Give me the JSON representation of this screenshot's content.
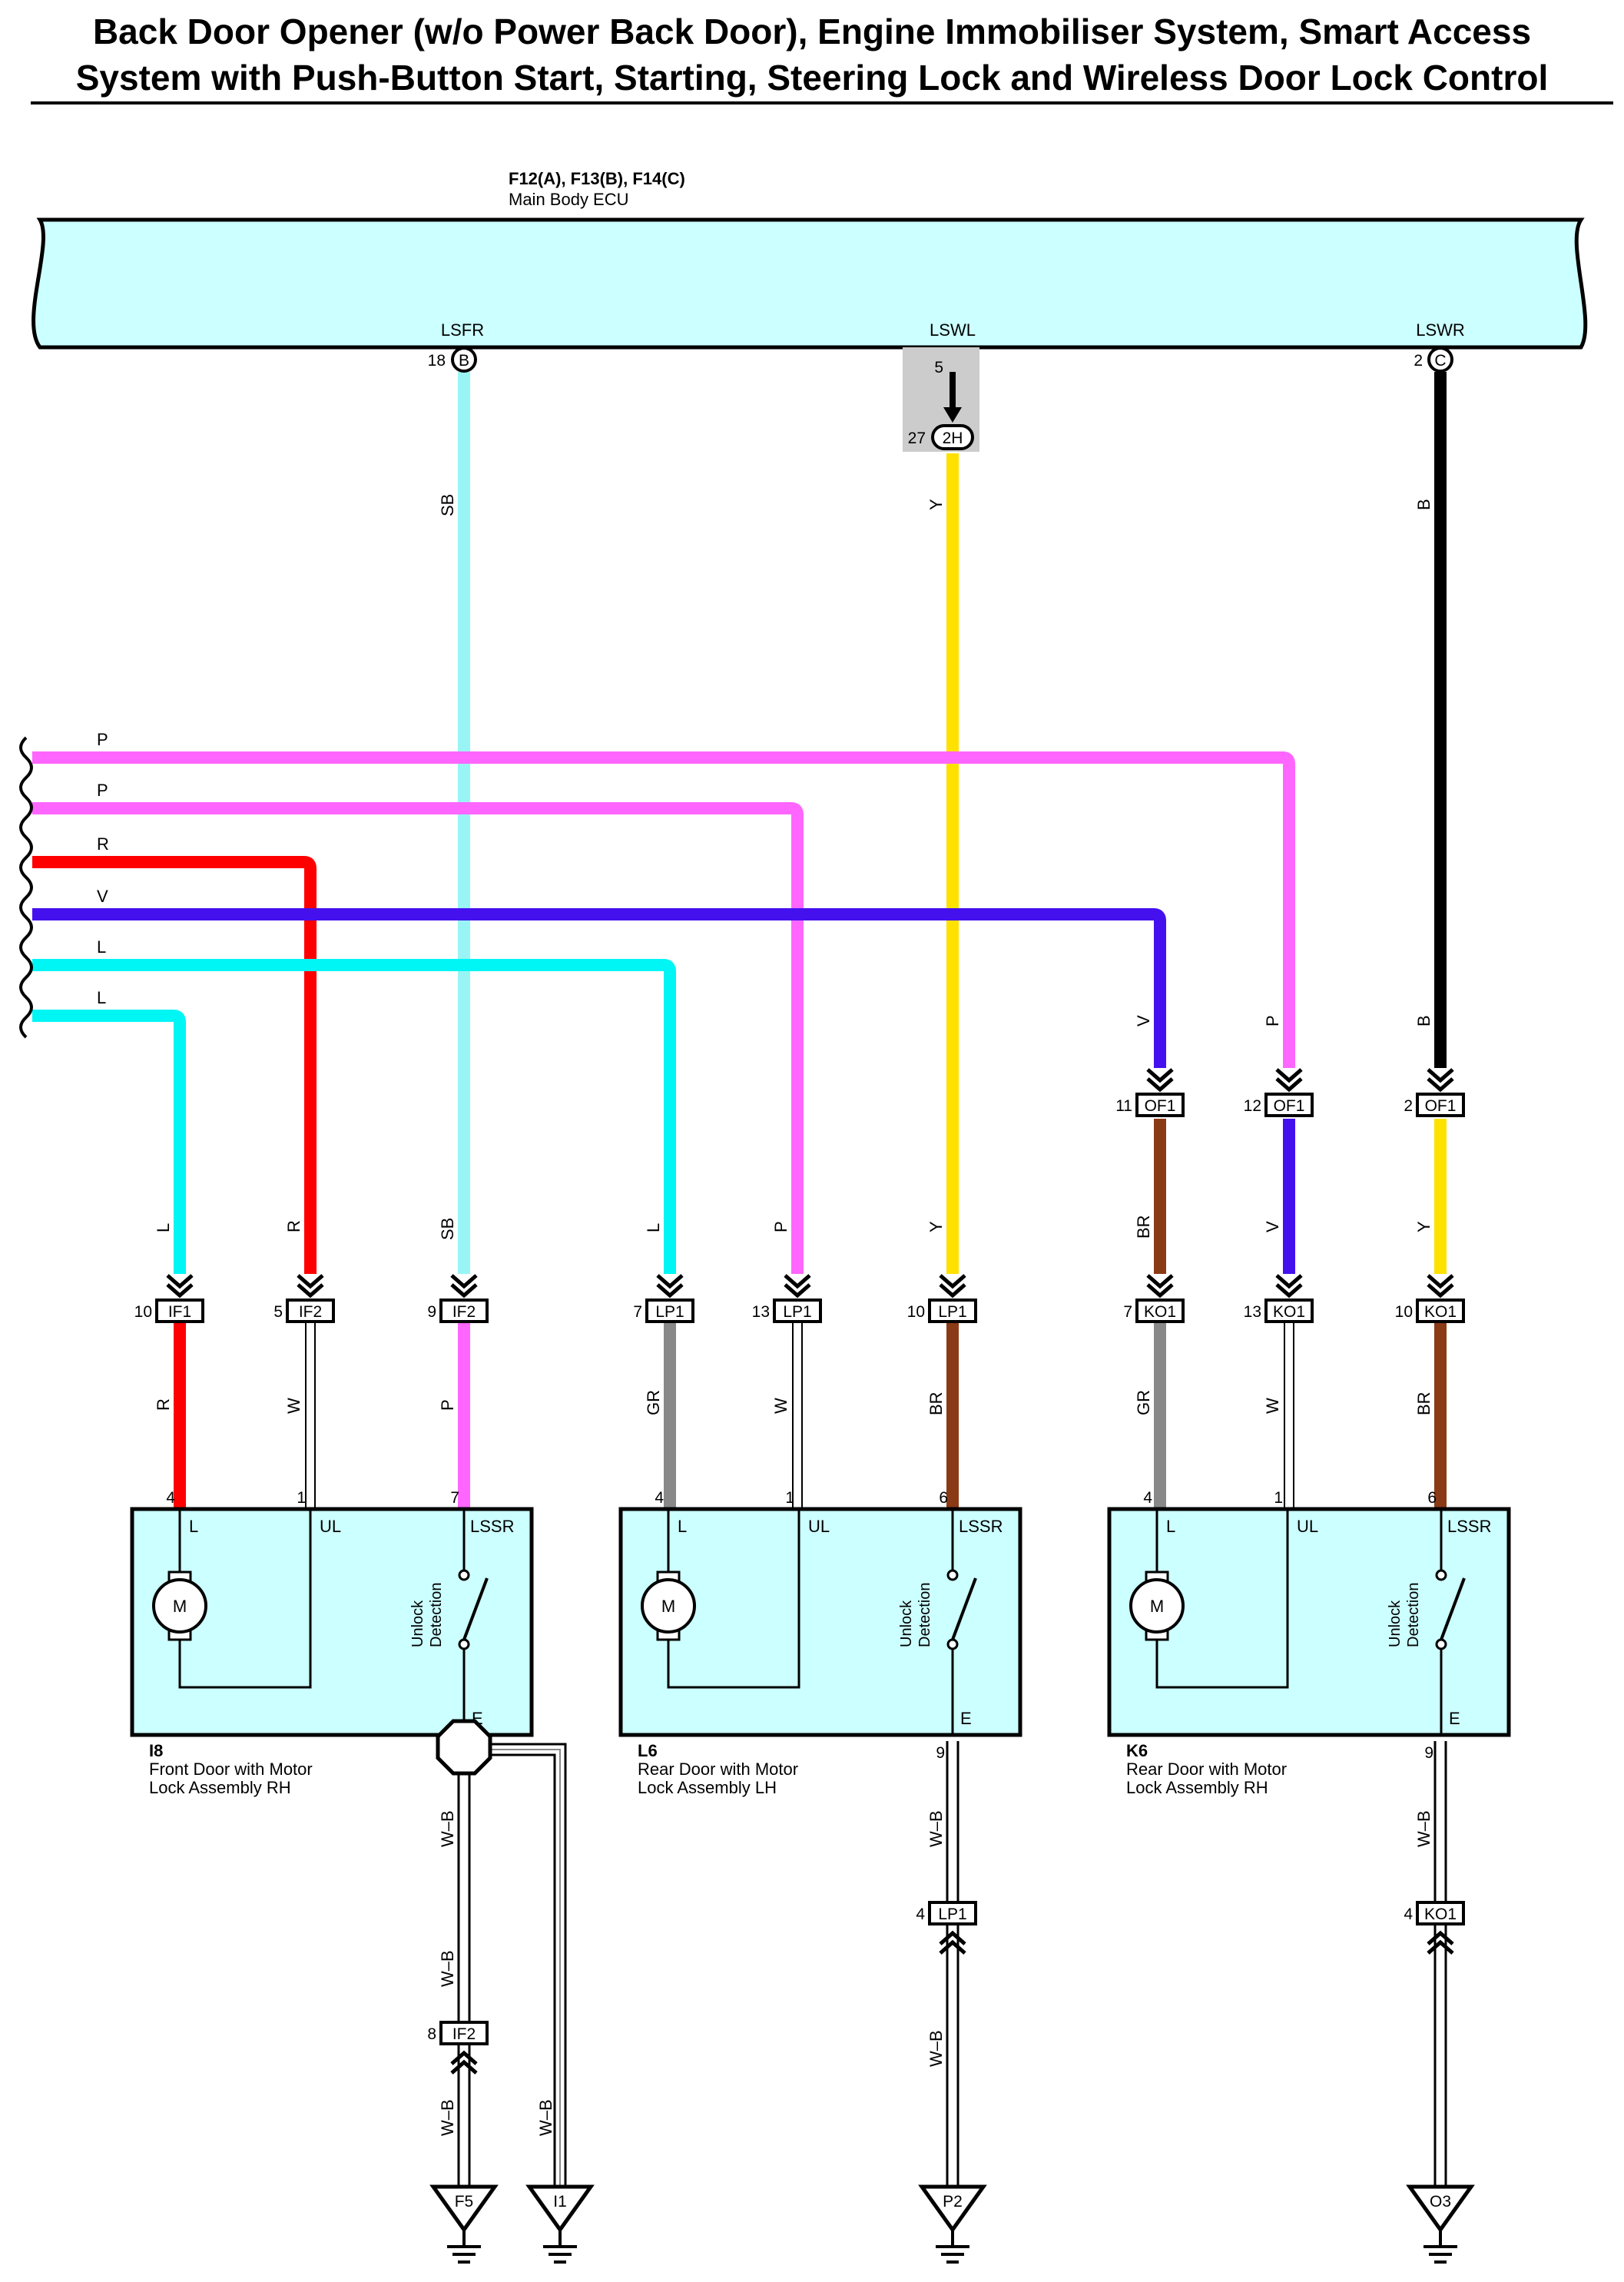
{
  "title": {
    "line1": "Back Door Opener (w/o Power Back Door), Engine Immobiliser System, Smart Access",
    "line2": "System with Push-Button Start, Starting, Steering Lock and Wireless Door Lock Control"
  },
  "ecu": {
    "connector_ref": "F12(A), F13(B), F14(C)",
    "name": "Main Body ECU",
    "pins": [
      {
        "label": "LSFR",
        "pin": "18",
        "conn": "B"
      },
      {
        "label": "LSWL",
        "pin": "5",
        "conn": ""
      },
      {
        "label": "LSWR",
        "pin": "2",
        "conn": "C"
      }
    ],
    "junction": {
      "pin": "27",
      "conn": "2H"
    }
  },
  "wire_colors": {
    "SB": "#99f5f5",
    "Y": "#ffe100",
    "B": "#000000",
    "P": "#ff66ff",
    "R": "#ff0000",
    "V": "#4411ee",
    "L": "#00f5f5",
    "BR": "#8b3a16",
    "GR": "#888888",
    "W": "#ffffff",
    "W-B": "#ffffff"
  },
  "left_bus_labels": [
    "P",
    "P",
    "R",
    "V",
    "L",
    "L"
  ],
  "wire_labels": {
    "ecu_vertical": [
      "SB",
      "Y",
      "B"
    ],
    "of1_above": [
      "V",
      "P",
      "B"
    ],
    "of1_below": [
      "BR",
      "V",
      "Y"
    ],
    "conn_above": [
      "L",
      "R",
      "SB",
      "L",
      "P",
      "Y",
      "BR",
      "V",
      "Y"
    ],
    "conn_below": [
      "R",
      "W",
      "P",
      "GR",
      "W",
      "BR",
      "GR",
      "W",
      "BR"
    ],
    "ground_wires": [
      "W–B",
      "W–B",
      "W–B",
      "W–B",
      "W–B",
      "W–B",
      "W–B"
    ]
  },
  "of1_connectors": [
    {
      "pin": "11",
      "name": "OF1"
    },
    {
      "pin": "12",
      "name": "OF1"
    },
    {
      "pin": "2",
      "name": "OF1"
    }
  ],
  "inline_connectors": [
    {
      "pin": "10",
      "name": "IF1"
    },
    {
      "pin": "5",
      "name": "IF2"
    },
    {
      "pin": "9",
      "name": "IF2"
    },
    {
      "pin": "7",
      "name": "LP1"
    },
    {
      "pin": "13",
      "name": "LP1"
    },
    {
      "pin": "10",
      "name": "LP1"
    },
    {
      "pin": "7",
      "name": "KO1"
    },
    {
      "pin": "13",
      "name": "KO1"
    },
    {
      "pin": "10",
      "name": "KO1"
    }
  ],
  "assemblies": [
    {
      "code": "I8",
      "name_line1": "Front Door with Motor",
      "name_line2": "Lock Assembly RH",
      "pins_top": [
        "4",
        "1",
        "7"
      ],
      "pin_ground": "8"
    },
    {
      "code": "L6",
      "name_line1": "Rear Door with Motor",
      "name_line2": "Lock Assembly LH",
      "pins_top": [
        "4",
        "1",
        "6"
      ],
      "pin_ground": "9"
    },
    {
      "code": "K6",
      "name_line1": "Rear Door with Motor",
      "name_line2": "Lock Assembly RH",
      "pins_top": [
        "4",
        "1",
        "6"
      ],
      "pin_ground": "9"
    }
  ],
  "assembly_terminals": {
    "l": "L",
    "ul": "UL",
    "lssr": "LSSR",
    "e": "E",
    "motor": "M",
    "switch_line1": "Unlock",
    "switch_line2": "Detection"
  },
  "ground_connectors": [
    {
      "pin": "8",
      "name": "IF2"
    },
    {
      "pin": "4",
      "name": "LP1"
    },
    {
      "pin": "4",
      "name": "KO1"
    }
  ],
  "grounds": [
    "F5",
    "I1",
    "P2",
    "O3"
  ]
}
